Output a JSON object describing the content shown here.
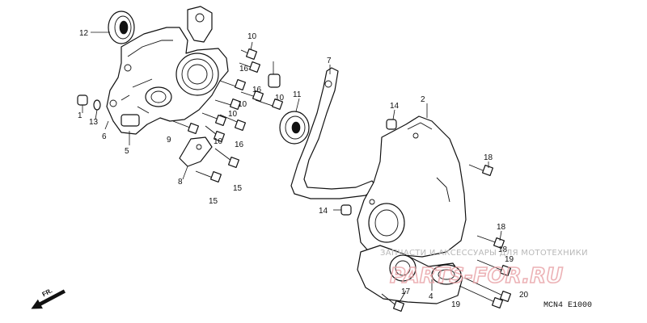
{
  "callouts": {
    "c1": "1",
    "c2": "2",
    "c4": "4",
    "c5": "5",
    "c6": "6",
    "c7": "7",
    "c8": "8",
    "c9": "9",
    "c10a": "10",
    "c10b": "10",
    "c10c": "10",
    "c10d": "10",
    "c10e": "10",
    "c11": "11",
    "c12": "12",
    "c13": "13",
    "c14a": "14",
    "c14b": "14",
    "c15a": "15",
    "c15b": "15",
    "c16a": "16",
    "c16b": "16",
    "c16c": "16",
    "c17": "17",
    "c18a": "18",
    "c18b": "18",
    "c18c": "18",
    "c19a": "19",
    "c19b": "19",
    "c20": "20"
  },
  "direction_marker": "FR.",
  "diagram_code": "MCN4 E1000",
  "watermark": {
    "caption": "ЗАПЧАСТИ И АКСЕССУАРЫ ДЛЯ МОТОТЕХНИКИ",
    "logo": "PARTS-FOR.RU"
  }
}
